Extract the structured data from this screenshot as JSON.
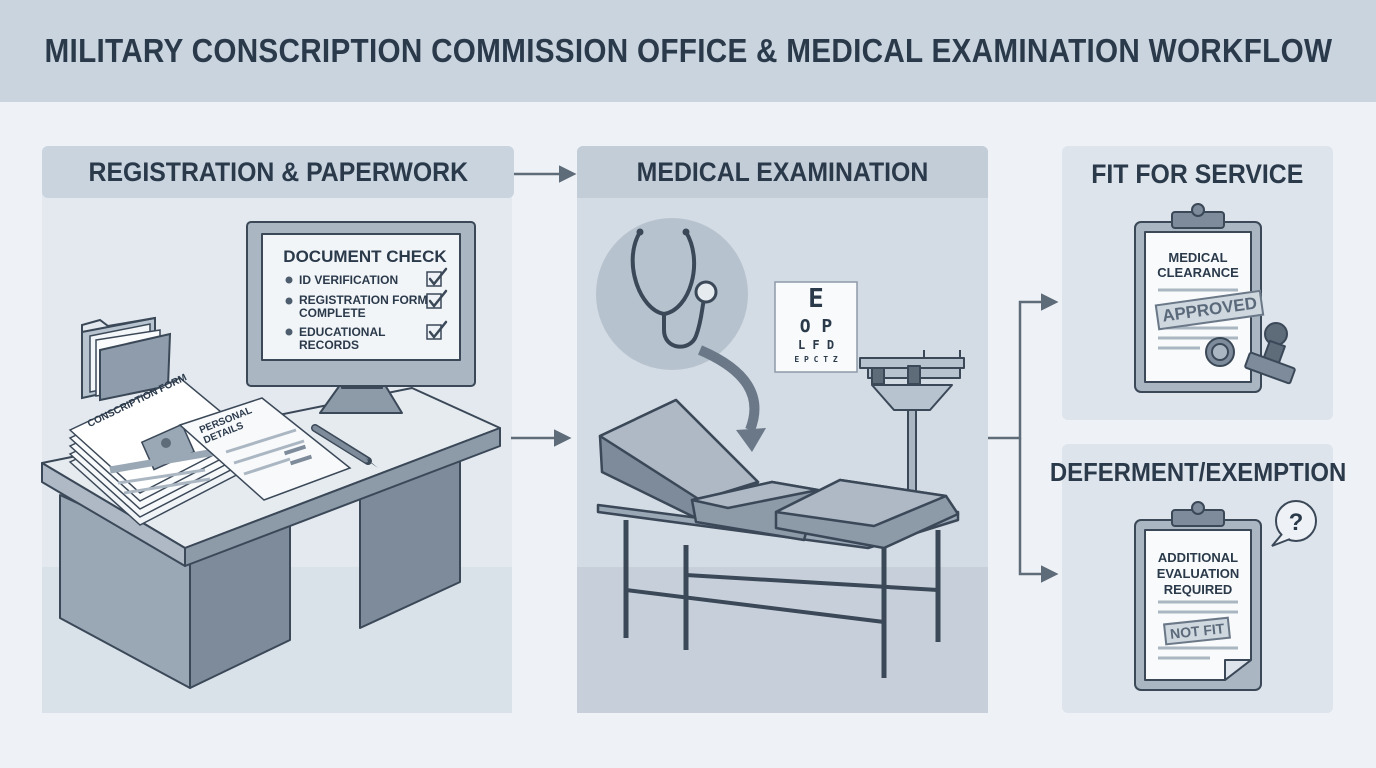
{
  "title": "MILITARY CONSCRIPTION COMMISSION OFFICE & MEDICAL EXAMINATION WORKFLOW",
  "stages": {
    "registration": {
      "label": "REGISTRATION & PAPERWORK"
    },
    "medical": {
      "label": "MEDICAL EXAMINATION"
    },
    "fit": {
      "label": "FIT FOR SERVICE"
    },
    "deferment": {
      "label": "DEFERMENT/EXEMPTION"
    }
  },
  "document_check": {
    "title": "DOCUMENT CHECK",
    "items": [
      {
        "line1": "ID VERIFICATION",
        "line2": ""
      },
      {
        "line1": "REGISTRATION FORM",
        "line2": "COMPLETE"
      },
      {
        "line1": "EDUCATIONAL",
        "line2": "RECORDS"
      }
    ]
  },
  "papers": {
    "conscription_form": "CONSCRIPTION FORM",
    "personal_details": "PERSONAL DETAILS"
  },
  "eye_chart": {
    "line1": "E",
    "line2": "O P",
    "line3": "L F D",
    "line4": "E P C T Z"
  },
  "fit_clipboard": {
    "heading_line1": "MEDICAL",
    "heading_line2": "CLEARANCE",
    "stamp": "APPROVED"
  },
  "def_clipboard": {
    "heading_line1": "ADDITIONAL",
    "heading_line2": "EVALUATION",
    "heading_line3": "REQUIRED",
    "stamp": "NOT FIT",
    "icon": "question-bubble-icon"
  },
  "colors": {
    "header": "#c9d4df",
    "background": "#eef2f6",
    "ink": "#2b3a4b",
    "arrow": "#5e6b79"
  }
}
